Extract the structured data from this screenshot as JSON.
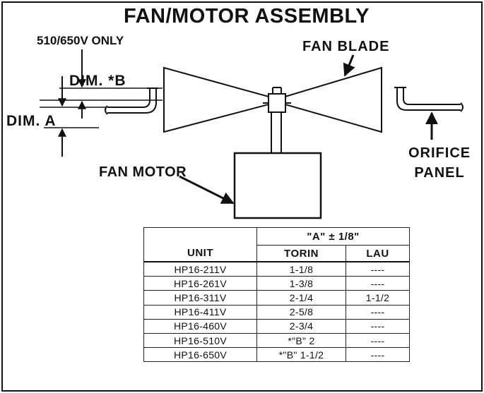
{
  "title": "FAN/MOTOR ASSEMBLY",
  "labels": {
    "only_note": "510/650V ONLY",
    "fan_blade": "FAN BLADE",
    "dim_b": "DIM. *B",
    "dim_a": "DIM. A",
    "fan_motor": "FAN MOTOR",
    "orifice_line1": "ORIFICE",
    "orifice_line2": "PANEL"
  },
  "table": {
    "group_header": "\"A\" ± 1/8\"",
    "columns": [
      "UNIT",
      "TORIN",
      "LAU"
    ],
    "rows": [
      [
        "HP16-211V",
        "1-1/8",
        "----"
      ],
      [
        "HP16-261V",
        "1-3/8",
        "----"
      ],
      [
        "HP16-311V",
        "2-1/4",
        "1-1/2"
      ],
      [
        "HP16-411V",
        "2-5/8",
        "----"
      ],
      [
        "HP16-460V",
        "2-3/4",
        "----"
      ],
      [
        "HP16-510V",
        "*\"B\" 2",
        "----"
      ],
      [
        "HP16-650V",
        "*\"B\" 1-1/2",
        "----"
      ]
    ]
  },
  "colors": {
    "ink": "#111111",
    "background": "#ffffff"
  }
}
